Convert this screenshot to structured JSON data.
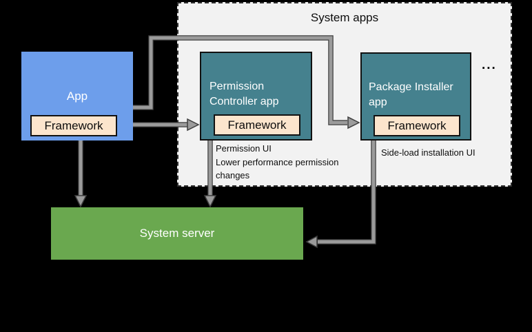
{
  "colors": {
    "background": "#000000",
    "container_bg": "#f2f2f2",
    "container_border": "#2f2f2f",
    "app_blue": "#6d9eeb",
    "system_app_teal": "#45818e",
    "framework_cream": "#fce5cd",
    "server_green": "#6aa84f",
    "arrow_gray": "#9b9b9b",
    "arrow_outline": "#3f3f3f",
    "box_border": "#111111",
    "text_dark": "#0d0d0d",
    "text_light": "#ffffff"
  },
  "system_apps": {
    "title": "System apps"
  },
  "boxes": {
    "app": {
      "label": "App",
      "framework_label": "Framework"
    },
    "permission_controller": {
      "label": "Permission Controller app",
      "framework_label": "Framework"
    },
    "package_installer": {
      "label": "Package Installer app",
      "framework_label": "Framework"
    },
    "system_server": {
      "label": "System server"
    }
  },
  "annotations": {
    "permission_controller_note": "Permission UI\nLower performance permission\nchanges",
    "package_installer_note": "Side-load installation UI",
    "more_apps_ellipsis": "..."
  }
}
